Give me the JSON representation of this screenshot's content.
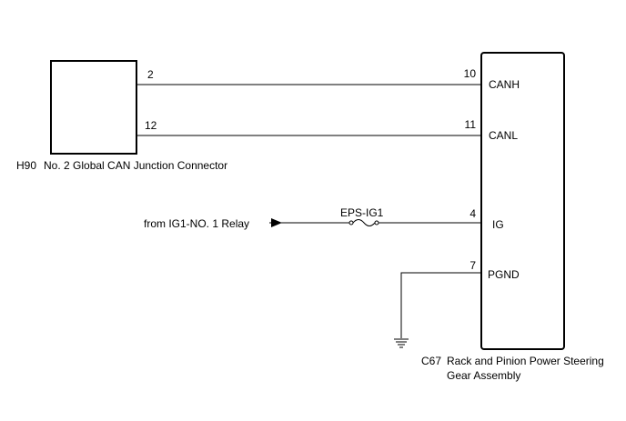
{
  "junction_connector": {
    "code": "H90",
    "name": "No. 2 Global CAN Junction Connector",
    "pins": [
      "2",
      "12"
    ]
  },
  "steering_ecu": {
    "code": "C67",
    "name_line1": "Rack and Pinion Power Steering",
    "name_line2": "Gear Assembly",
    "pins": [
      {
        "number": "10",
        "signal": "CANH"
      },
      {
        "number": "11",
        "signal": "CANL"
      },
      {
        "number": "4",
        "signal": "IG"
      },
      {
        "number": "7",
        "signal": "PGND"
      }
    ]
  },
  "power_source": {
    "label": "from IG1-NO. 1 Relay",
    "fuse": "EPS-IG1"
  },
  "icons": {
    "fuse": "fuse-icon",
    "ground": "ground-icon",
    "arrow": "arrow-right-icon"
  }
}
